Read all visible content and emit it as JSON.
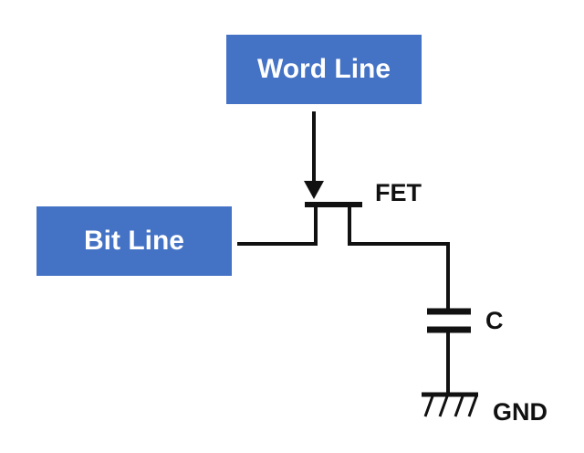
{
  "diagram": {
    "word_line_label": "Word Line",
    "bit_line_label": "Bit Line",
    "fet_label": "FET",
    "capacitor_label": "C",
    "ground_label": "GND"
  },
  "colors": {
    "box_fill": "#4472c4",
    "box_text": "#ffffff",
    "wire": "#111111",
    "label_text": "#111111"
  },
  "icons": {
    "transistor": "fet-symbol-icon",
    "capacitor": "capacitor-symbol-icon",
    "ground": "ground-symbol-icon",
    "arrow": "arrow-down-icon"
  }
}
